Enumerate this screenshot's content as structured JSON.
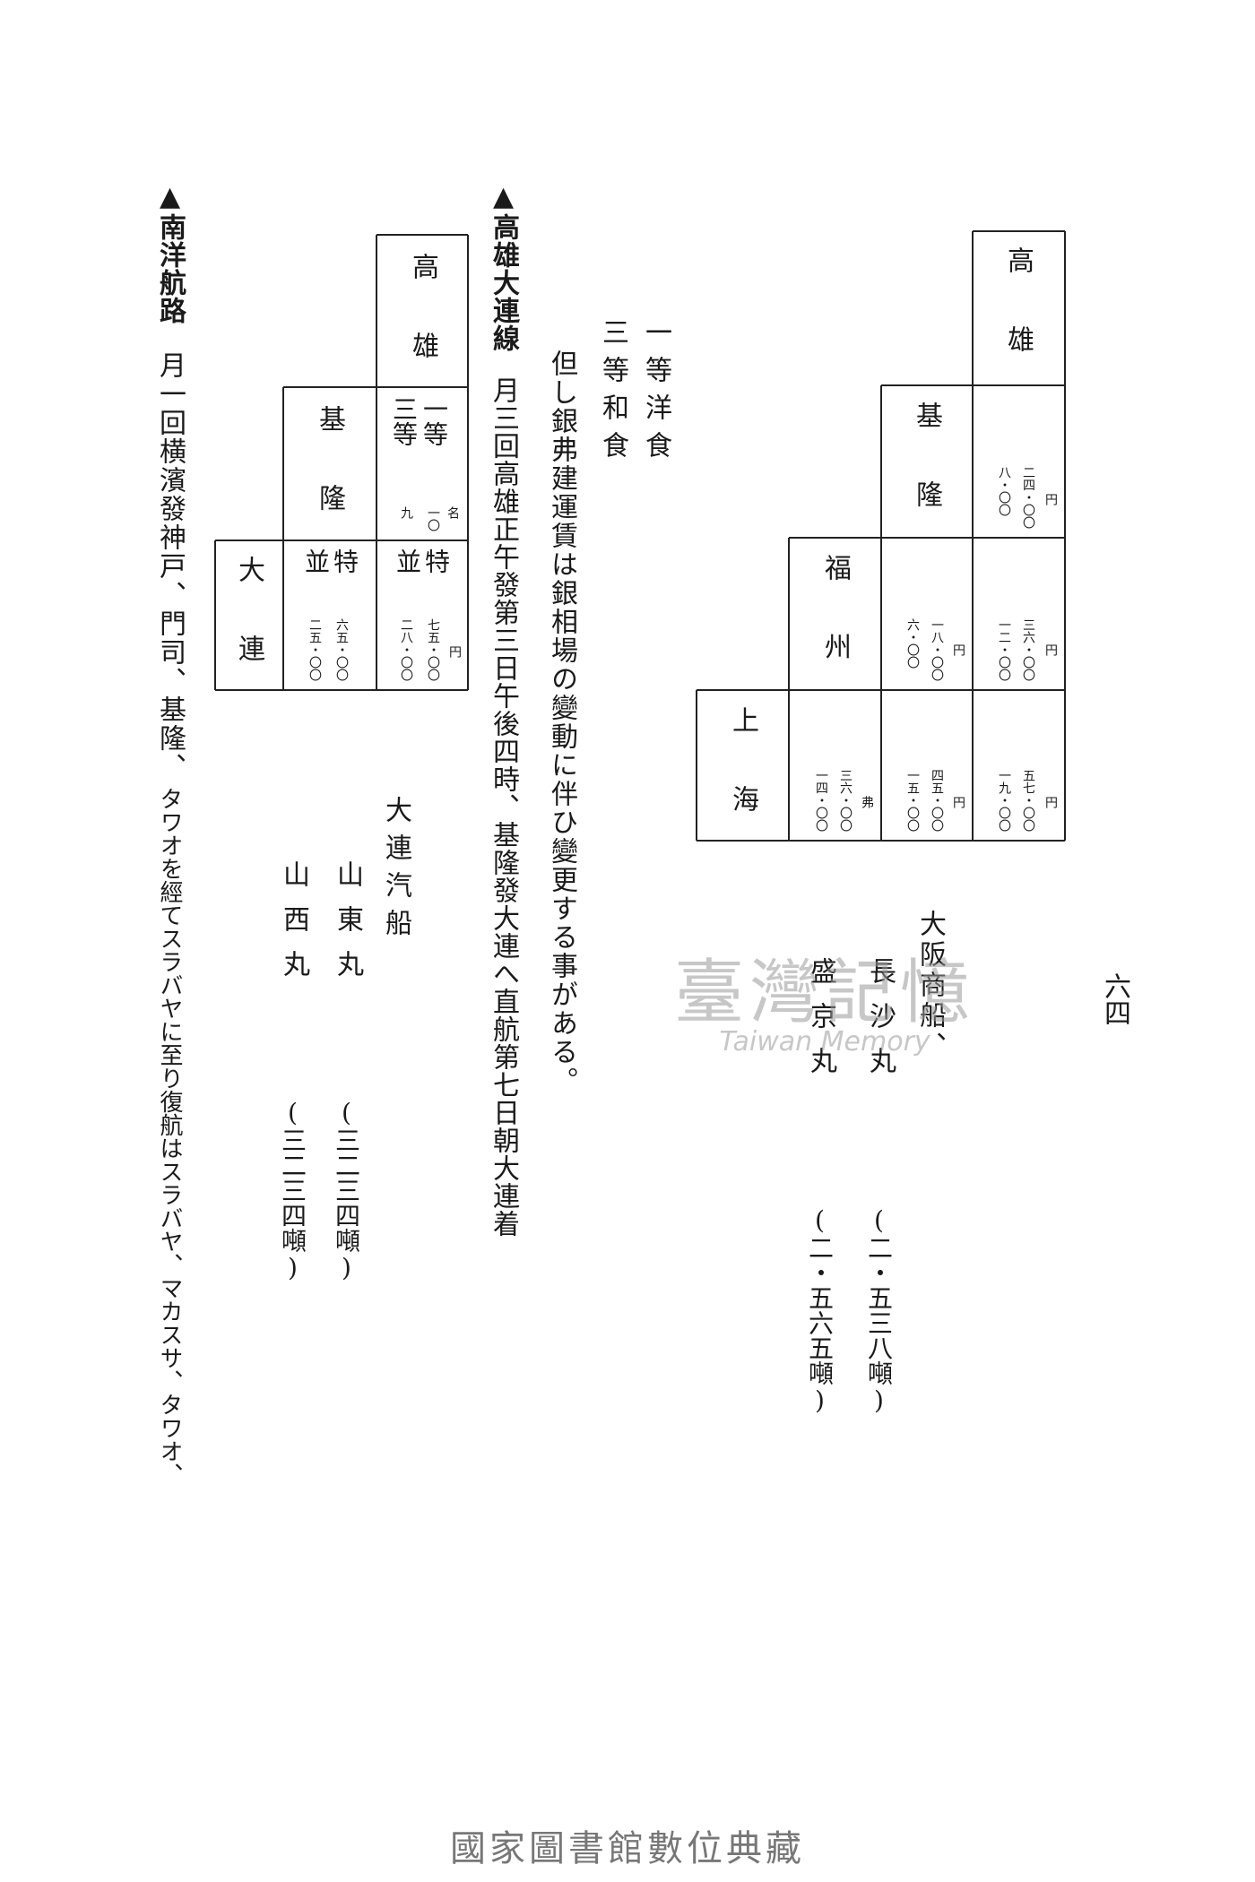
{
  "page_number": "六四",
  "table1": {
    "currency": "円",
    "ports": [
      "高雄",
      "基隆",
      "福州",
      "上海"
    ],
    "cells": {
      "kaohsiung_keelung": [
        "二四・〇〇",
        "八・〇〇"
      ],
      "kaohsiung_fuzhou": [
        "三六・〇〇",
        "一二・〇〇"
      ],
      "kaohsiung_shanghai": [
        "五七・〇〇",
        "一九・〇〇"
      ],
      "keelung_fuzhou": [
        "一八・〇〇",
        "六・〇〇"
      ],
      "keelung_shanghai": [
        "四五・〇〇",
        "一五・〇〇"
      ],
      "fuzhou_shanghai": [
        "三六・〇〇",
        "一四・〇〇"
      ]
    },
    "fuzhou_shanghai_unit": "弗"
  },
  "osaka": {
    "company": "大阪商船、",
    "ships": [
      {
        "name": "長沙丸",
        "tonnage": "(二・五三八噸)"
      },
      {
        "name": "盛京丸",
        "tonnage": "(二・五六五噸)"
      }
    ]
  },
  "meals": {
    "first_class": "一等洋食",
    "third_class": "三等和食"
  },
  "note": "但し銀弗建運賃は銀相場の變動に伴ひ變更する事がある。",
  "kaohsiung_dalian": {
    "heading": "▲高雄大連線",
    "text": "月三回高雄正午發第三日午後四時、基隆發大連へ直航第七日朝大連着"
  },
  "dalian_steamship": {
    "company": "大連汽船",
    "ships": [
      {
        "name": "山東丸",
        "tonnage": "(三二三四噸)"
      },
      {
        "name": "山西丸",
        "tonnage": "(三二三四噸)"
      }
    ]
  },
  "table2": {
    "currency": "円",
    "name_col": "名",
    "ports": [
      "高雄",
      "基隆",
      "大連"
    ],
    "classes": {
      "first": "一等",
      "third": "三等"
    },
    "special": "特",
    "combined": "並",
    "kaohsiung_keelung": [
      "一〇",
      "九"
    ],
    "kaohsiung_dalian": [
      "七五・〇〇",
      "二八・〇〇"
    ],
    "keelung_dalian": [
      "六五・〇〇",
      "二五・〇〇"
    ]
  },
  "nanyo": {
    "heading": "▲南洋航路",
    "text_main": "月一回横濱發神戸、門司、基隆、",
    "text_kana": "タワオを經てスラバヤに至り復航はスラバヤ、マカスサ、タワオ、"
  },
  "watermark": {
    "cjk": "臺灣記憶",
    "en": "Taiwan Memory"
  },
  "footer": "國家圖書館數位典藏"
}
